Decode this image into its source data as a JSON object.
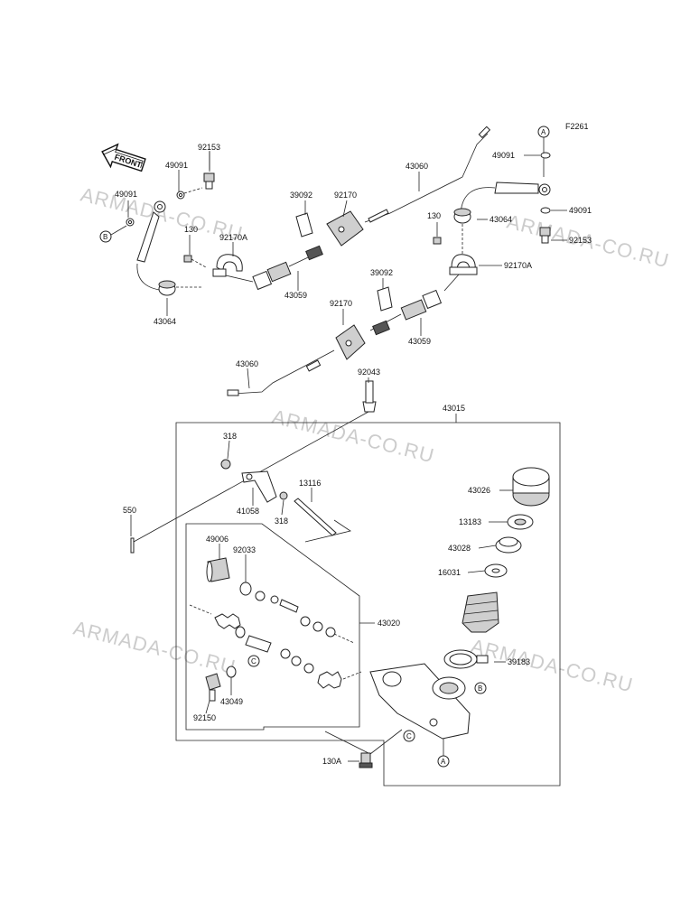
{
  "diagram": {
    "ref_code": "F2261",
    "front_label": "FRONT",
    "watermark": "ARMADA-CO.RU",
    "labels": {
      "p92153_l": "92153",
      "p49091_l1": "49091",
      "p49091_l2": "49091",
      "p130_l": "130",
      "p92170A_l": "92170A",
      "p43064_l": "43064",
      "p39092_l": "39092",
      "p92170_l": "92170",
      "p43059_l": "43059",
      "p43060_t": "43060",
      "p130_r": "130",
      "p43064_r": "43064",
      "p49091_r1": "49091",
      "p49091_r2": "49091",
      "p92153_r": "92153",
      "p92170A_r": "92170A",
      "p39092_m": "39092",
      "p92170_m": "92170",
      "p43059_m": "43059",
      "p43060_b": "43060",
      "p92043": "92043",
      "p43015": "43015",
      "p318_a": "318",
      "p41058": "41058",
      "p318_b": "318",
      "p13116": "13116",
      "p550": "550",
      "p43026": "43026",
      "p13183": "13183",
      "p43028": "43028",
      "p16031": "16031",
      "p49006": "49006",
      "p92033": "92033",
      "p43020": "43020",
      "p39183": "39183",
      "p43049": "43049",
      "p92150": "92150",
      "p130A": "130A"
    },
    "refs": {
      "A": "A",
      "B": "B",
      "C": "C"
    }
  }
}
